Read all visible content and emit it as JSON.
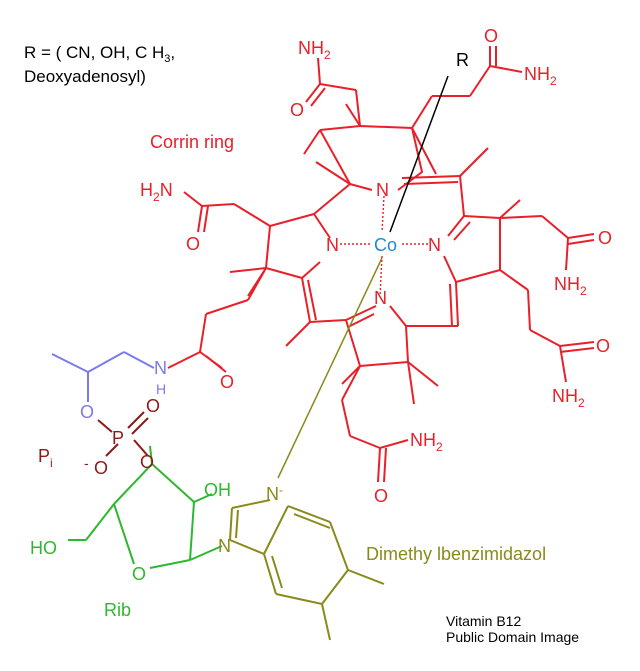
{
  "legend": {
    "line1": "R = ( CN, OH, C H",
    "sub3": "3",
    "line1_end": ",",
    "line2": "Deoxyadenosyl)"
  },
  "labels": {
    "corrin": "Corrin ring",
    "r": "R",
    "co": "Co",
    "pi": "P",
    "pi_sub": "i",
    "rib": "Rib",
    "dmb": "Dimethy lbenzimidazol",
    "ho": "HO",
    "oh": "OH"
  },
  "atoms": {
    "n": "N",
    "o": "O",
    "p": "P",
    "nh2": "NH",
    "h2n": "H",
    "h2n_n": "N",
    "two": "2",
    "minus": "-"
  },
  "credit": {
    "line1": "Vitamin B12",
    "line2": "Public Domain Image"
  },
  "colors": {
    "corrin": "#e8202a",
    "cobalt": "#1e8ad0",
    "dmb": "#8a8a1a",
    "ribose": "#2eb82e",
    "phosphate": "#8b1a1a",
    "propanolamine": "#7b7be8",
    "text": "#000000"
  }
}
